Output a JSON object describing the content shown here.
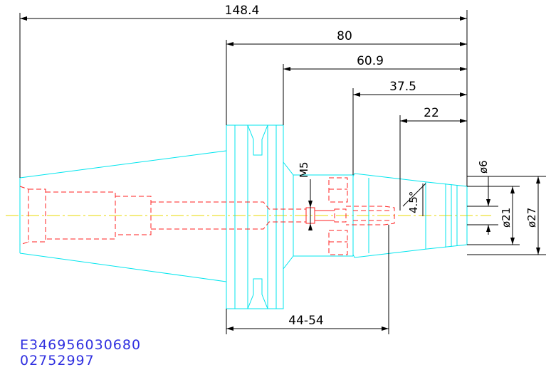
{
  "dimensions": {
    "overall_length": "148.4",
    "flange_to_nose": "80",
    "body_length": "60.9",
    "collet_section": "37.5",
    "nose_length": "22",
    "thread": "M5",
    "taper_angle": "4.5°",
    "nose_tip_dia": "ø6",
    "nose_mid_dia": "ø21",
    "nose_base_dia": "ø27",
    "adjust_range": "44-54"
  },
  "codes": {
    "line1": "E346956030680",
    "line2": "02752997"
  },
  "colors": {
    "outline": "#00e5ee",
    "hidden": "#ff2020",
    "centerline": "#e8d800",
    "dimension": "#000000",
    "code_text": "#3030e0"
  }
}
